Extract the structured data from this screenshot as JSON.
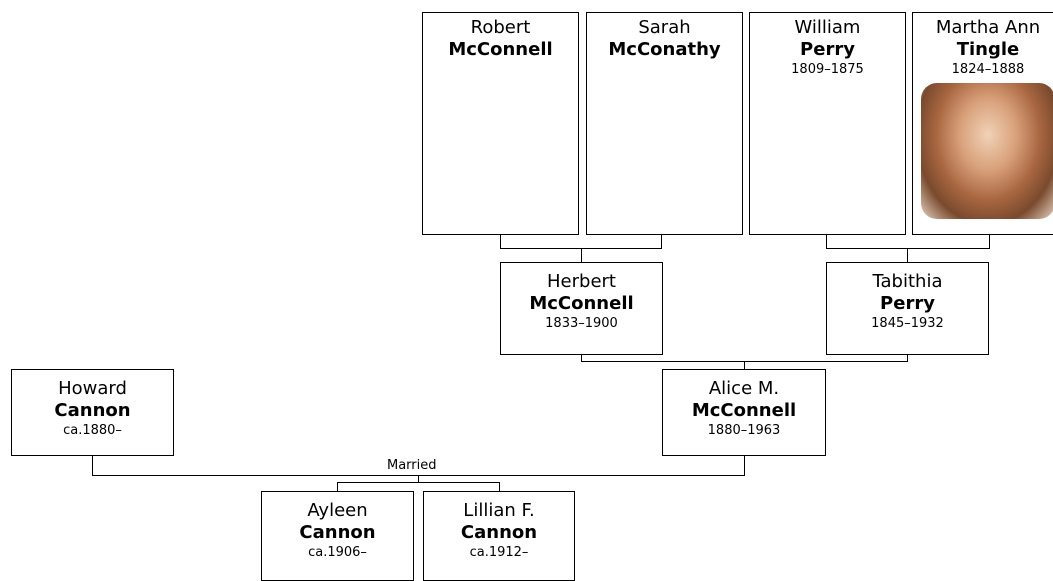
{
  "people": {
    "robert": {
      "given": "Robert",
      "surname": "McConnell",
      "dates": ""
    },
    "sarah": {
      "given": "Sarah",
      "surname": "McConathy",
      "dates": ""
    },
    "william": {
      "given": "William",
      "surname": "Perry",
      "dates": "1809–1875"
    },
    "martha": {
      "given": "Martha Ann",
      "surname": "Tingle",
      "dates": "1824–1888",
      "photo": "portrait-photo"
    },
    "herbert": {
      "given": "Herbert",
      "surname": "McConnell",
      "dates": "1833–1900"
    },
    "tabithia": {
      "given": "Tabithia",
      "surname": "Perry",
      "dates": "1845–1932"
    },
    "howard": {
      "given": "Howard",
      "surname": "Cannon",
      "dates": "ca.1880–"
    },
    "alice": {
      "given": "Alice M.",
      "surname": "McConnell",
      "dates": "1880–1963"
    },
    "ayleen": {
      "given": "Ayleen",
      "surname": "Cannon",
      "dates": "ca.1906–"
    },
    "lillian": {
      "given": "Lillian F.",
      "surname": "Cannon",
      "dates": "ca.1912–"
    }
  },
  "labels": {
    "married": "Married"
  }
}
